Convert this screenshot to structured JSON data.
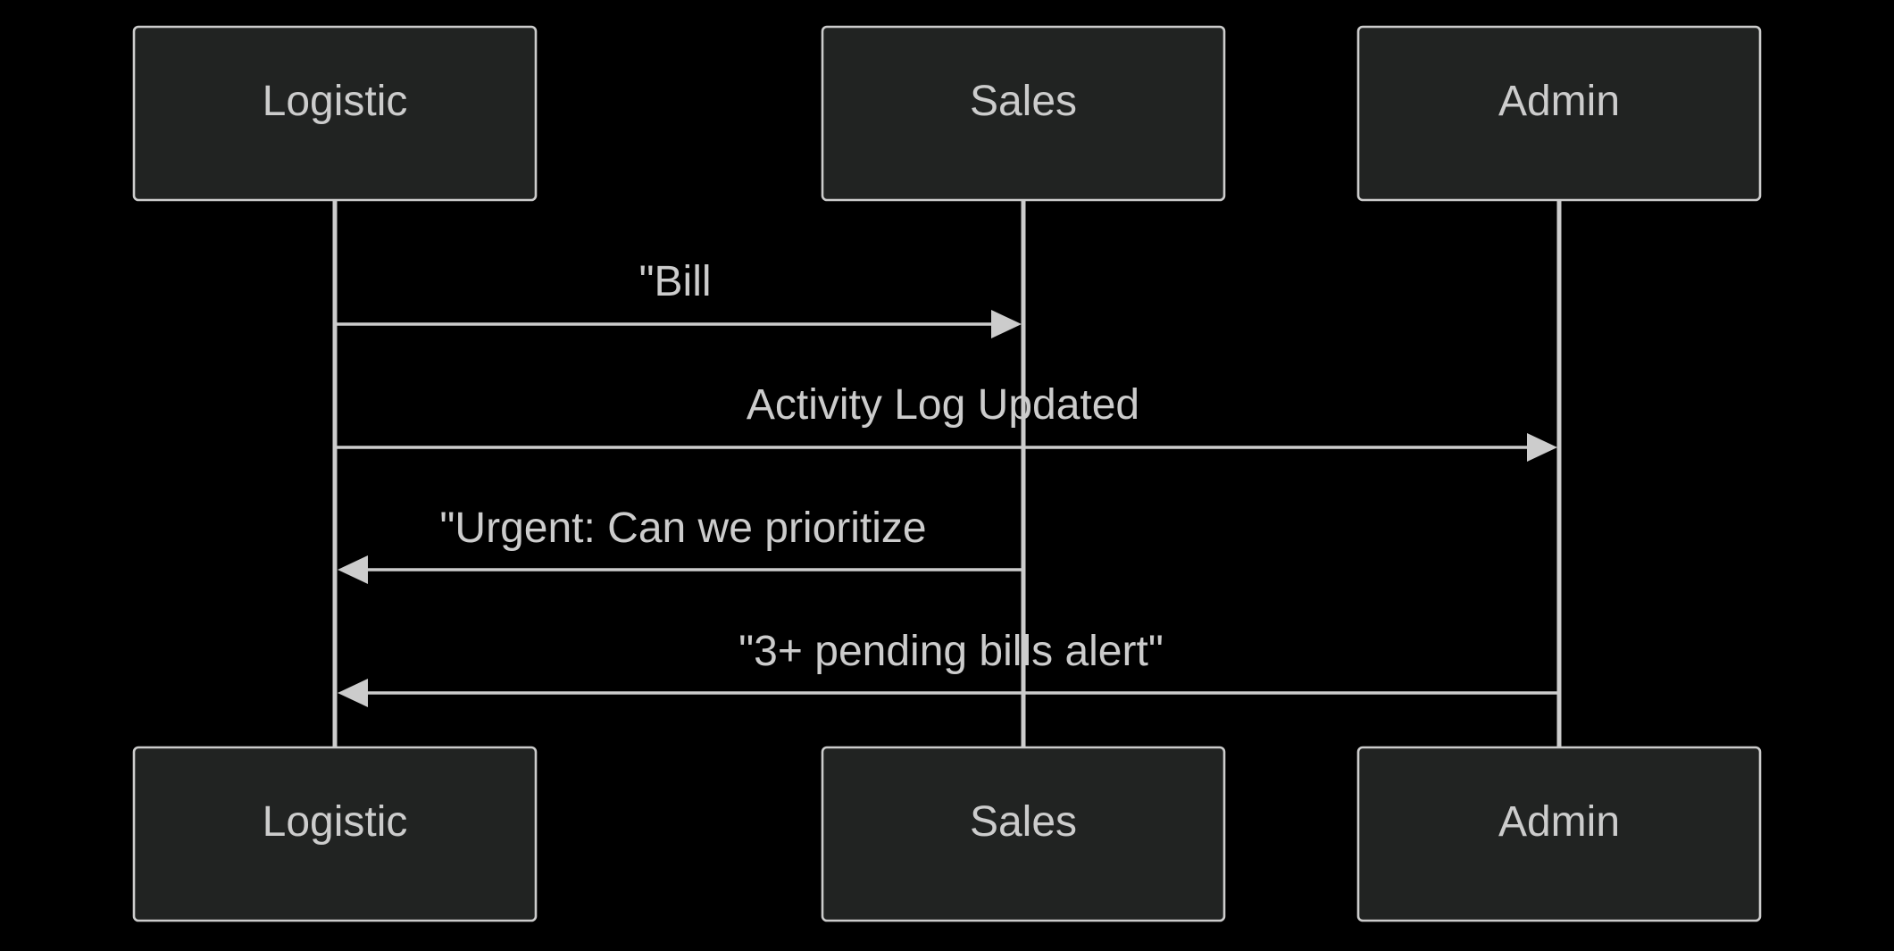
{
  "diagram": {
    "type": "sequence",
    "actors": [
      {
        "id": "logistic",
        "label": "Logistic"
      },
      {
        "id": "sales",
        "label": "Sales"
      },
      {
        "id": "admin",
        "label": "Admin"
      }
    ],
    "messages": [
      {
        "from": "logistic",
        "to": "sales",
        "label": "\"Bill"
      },
      {
        "from": "logistic",
        "to": "admin",
        "label": "Activity Log Updated"
      },
      {
        "from": "sales",
        "to": "logistic",
        "label": "\"Urgent: Can we prioritize"
      },
      {
        "from": "admin",
        "to": "logistic",
        "label": "\"3+ pending bills alert\""
      }
    ]
  },
  "colors": {
    "background": "#000000",
    "box_fill": "#212322",
    "stroke": "#cccccc",
    "text": "#cccccc"
  }
}
